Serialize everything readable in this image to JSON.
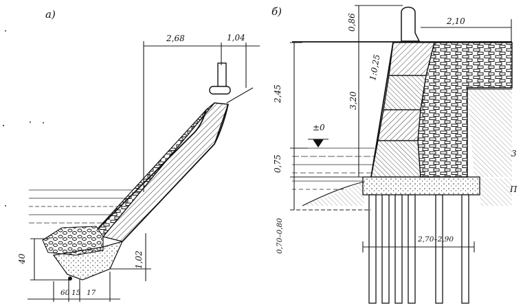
{
  "panels": {
    "a": {
      "label": "а)"
    },
    "b": {
      "label": "б)"
    }
  },
  "dims_a": {
    "top_offset": "2,68",
    "top_width": "1,04",
    "left_height": "40",
    "right_height": "1,02",
    "base_1": "60",
    "base_2": "15",
    "base_3": "17"
  },
  "dims_b": {
    "bollard_height": "0,86",
    "top_width": "2,10",
    "wall_upper": "2,45",
    "wall_total": "3,20",
    "slope": "1:0,25",
    "water_level": "±0",
    "water_depth": "0,75",
    "footing_depth": "0,70–0,80",
    "pile_span": "2,70–2,90"
  },
  "side_marks": {
    "mark_1": "3",
    "mark_2": "Π"
  },
  "colors": {
    "ink": "#111111",
    "paper": "#ffffff"
  }
}
